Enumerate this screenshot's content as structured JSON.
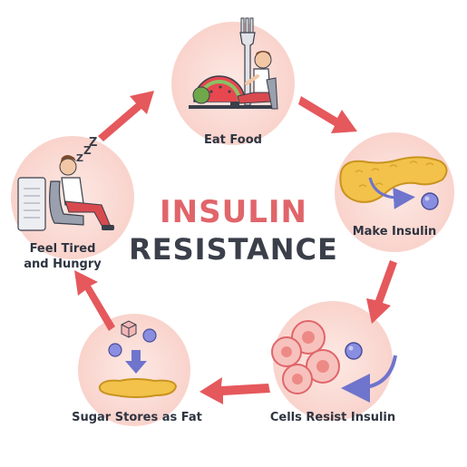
{
  "title": {
    "line1": "INSULIN",
    "line2": "RESISTANCE"
  },
  "steps": [
    {
      "label": "Eat Food",
      "icon": "eating-person-icon"
    },
    {
      "label": "Make Insulin",
      "icon": "pancreas-icon"
    },
    {
      "label": "Cells Resist Insulin",
      "icon": "cells-icon"
    },
    {
      "label": "Sugar Stores as Fat",
      "icon": "fat-storage-icon"
    },
    {
      "label_line1": "Feel Tired",
      "label_line2": "and Hungry",
      "icon": "tired-person-icon"
    }
  ],
  "colors": {
    "accent": "#e0656a",
    "arrow": "#e5585c",
    "circle": "#fbdcd6",
    "text": "#2e3440",
    "fat": "#f2c24b",
    "insulin": "#7f83d6"
  }
}
